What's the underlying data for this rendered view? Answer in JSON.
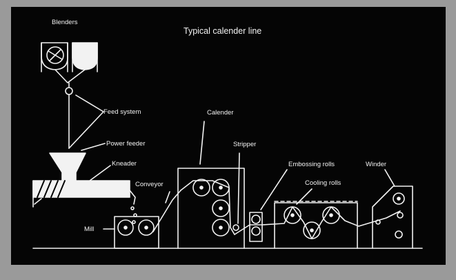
{
  "title": "Typical calender line",
  "labels": {
    "blenders": "Blenders",
    "feed_system": "Feed system",
    "power_feeder": "Power feeder",
    "kneader": "Kneader",
    "conveyor": "Conveyor",
    "mill": "Mill",
    "calender": "Calender",
    "stripper": "Stripper",
    "embossing_rolls": "Embossing rolls",
    "cooling_rolls": "Cooling rolls",
    "winder": "Winder"
  },
  "colors": {
    "background": "#050505",
    "frame": "#9a9a9a",
    "ink": "#f2f2f2"
  }
}
